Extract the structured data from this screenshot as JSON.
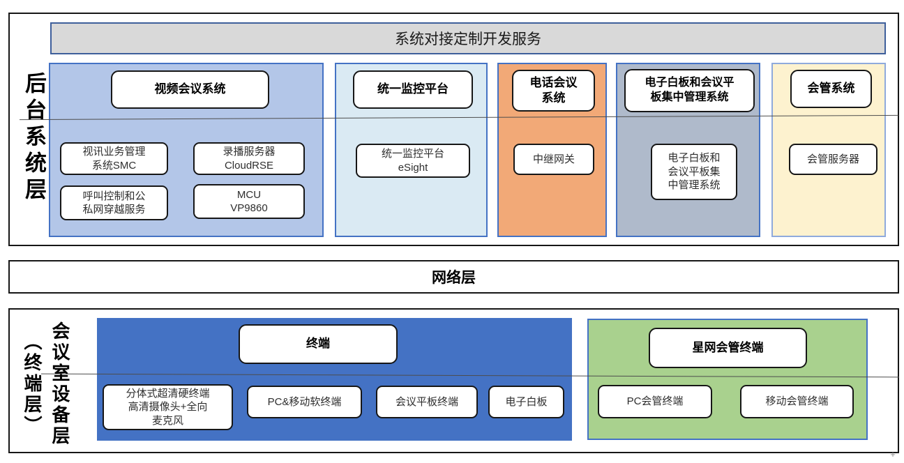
{
  "service_bar": {
    "label": "系统对接定制开发服务"
  },
  "backend_layer": {
    "label": "后台系统层",
    "panels": [
      {
        "title": "视频会议系统",
        "color": "#B3C6E8",
        "items": [
          "视讯业务管理\n系统SMC",
          "录播服务器\nCloudRSE",
          "呼叫控制和公\n私网穿越服务",
          "MCU\nVP9860"
        ]
      },
      {
        "title": "统一监控平台",
        "color": "#DAEAF3",
        "items": [
          "统一监控平台\neSight"
        ]
      },
      {
        "title": "电话会议\n系统",
        "color": "#F2A977",
        "items": [
          "中继网关"
        ]
      },
      {
        "title": "电子白板和会议平\n板集中管理系统",
        "color": "#AFBACB",
        "items": [
          "电子白板和\n会议平板集\n中管理系统"
        ]
      },
      {
        "title": "会管系统",
        "color": "#FDF2CF",
        "items": [
          "会管服务器"
        ]
      }
    ]
  },
  "network_layer": {
    "label": "网络层"
  },
  "terminal_layer": {
    "label": "会议室设备层（终端层）",
    "panels": [
      {
        "title": "终端",
        "color": "#4472C4",
        "items": [
          "分体式超清硬终端\n高清摄像头+全向\n麦克风",
          "PC&移动软终端",
          "会议平板终端",
          "电子白板"
        ]
      },
      {
        "title": "星网会管终端",
        "color": "#A9D18E",
        "items": [
          "PC会管终端",
          "移动会管终端"
        ]
      }
    ]
  },
  "cursor_artifact": {
    "glyph": "+"
  },
  "colors": {
    "section_border": "#161616",
    "panel_border_blue": "#4472C4",
    "panel_border_light": "#8FAADC",
    "service_bar_bg": "#D9D9D9",
    "service_bar_border": "#3E5F9B"
  }
}
